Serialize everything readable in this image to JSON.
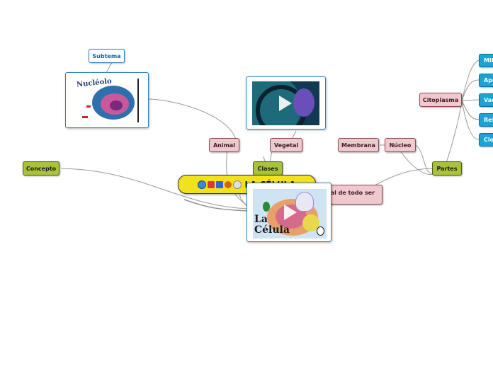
{
  "root": {
    "title": "LA CÉLULA",
    "icons": [
      "target-icon",
      "heart-icon",
      "floppy-icon",
      "ball-icon",
      "music-icon"
    ]
  },
  "nodes": {
    "subtema": "Subtema",
    "concepto": "Concepto",
    "animal": "Animal",
    "vegetal": "Vegetal",
    "clases": "Clases",
    "membrana": "Membrana",
    "nucleo": "Núcleo",
    "partes": "Partes",
    "citoplasma": "Citoplasma",
    "definicion": "mental de todo ser",
    "mit": "Mit",
    "apa": "Apa",
    "vac": "Vac",
    "ret": "Ret",
    "clo": "Clo"
  },
  "images": {
    "nucleolo_caption": "Nucléolo",
    "celula_caption_1": "La",
    "celula_caption_2": "Célula"
  },
  "colors": {
    "green": "#a8c23a",
    "pink": "#f0c9cf",
    "blue": "#1aa3d6",
    "root": "#f2e11d",
    "connector": "#9a9a9a"
  }
}
